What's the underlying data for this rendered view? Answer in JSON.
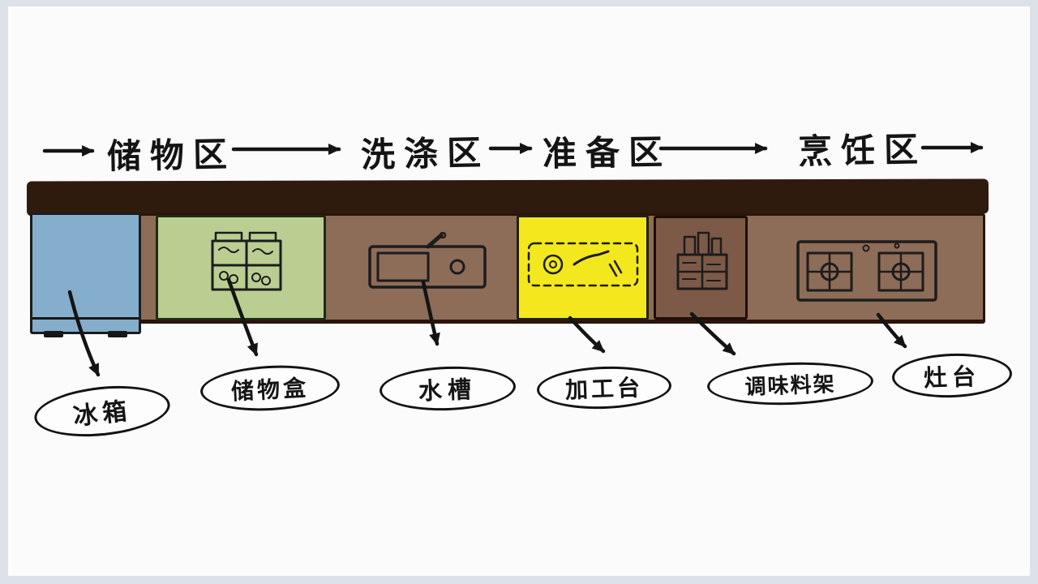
{
  "diagram": {
    "title": "kitchen-workflow",
    "flow_zones": [
      {
        "label": "储物区"
      },
      {
        "label": "洗涤区"
      },
      {
        "label": "准备区"
      },
      {
        "label": "烹饪区"
      }
    ],
    "stations": [
      {
        "id": "fridge",
        "label": "冰箱",
        "icon": "fridge-icon"
      },
      {
        "id": "storage-box",
        "label": "储物盒",
        "icon": "storage-boxes-icon"
      },
      {
        "id": "sink",
        "label": "水槽",
        "icon": "sink-icon"
      },
      {
        "id": "prep-table",
        "label": "加工台",
        "icon": "cutting-board-icon"
      },
      {
        "id": "spice-rack",
        "label": "调味料架",
        "icon": "spice-rack-icon"
      },
      {
        "id": "stove",
        "label": "灶台",
        "icon": "stove-icon"
      }
    ],
    "colors": {
      "background": "#dde1e9",
      "panel": "#fbfbfb",
      "counter_top": "#2f1b0e",
      "counter_body": "#8d6c58",
      "fridge_blue": "#84aecb",
      "storage_green": "#bace92",
      "prep_yellow": "#f2e81d",
      "spice_brown": "#7d5a47",
      "ink": "#141414"
    }
  }
}
